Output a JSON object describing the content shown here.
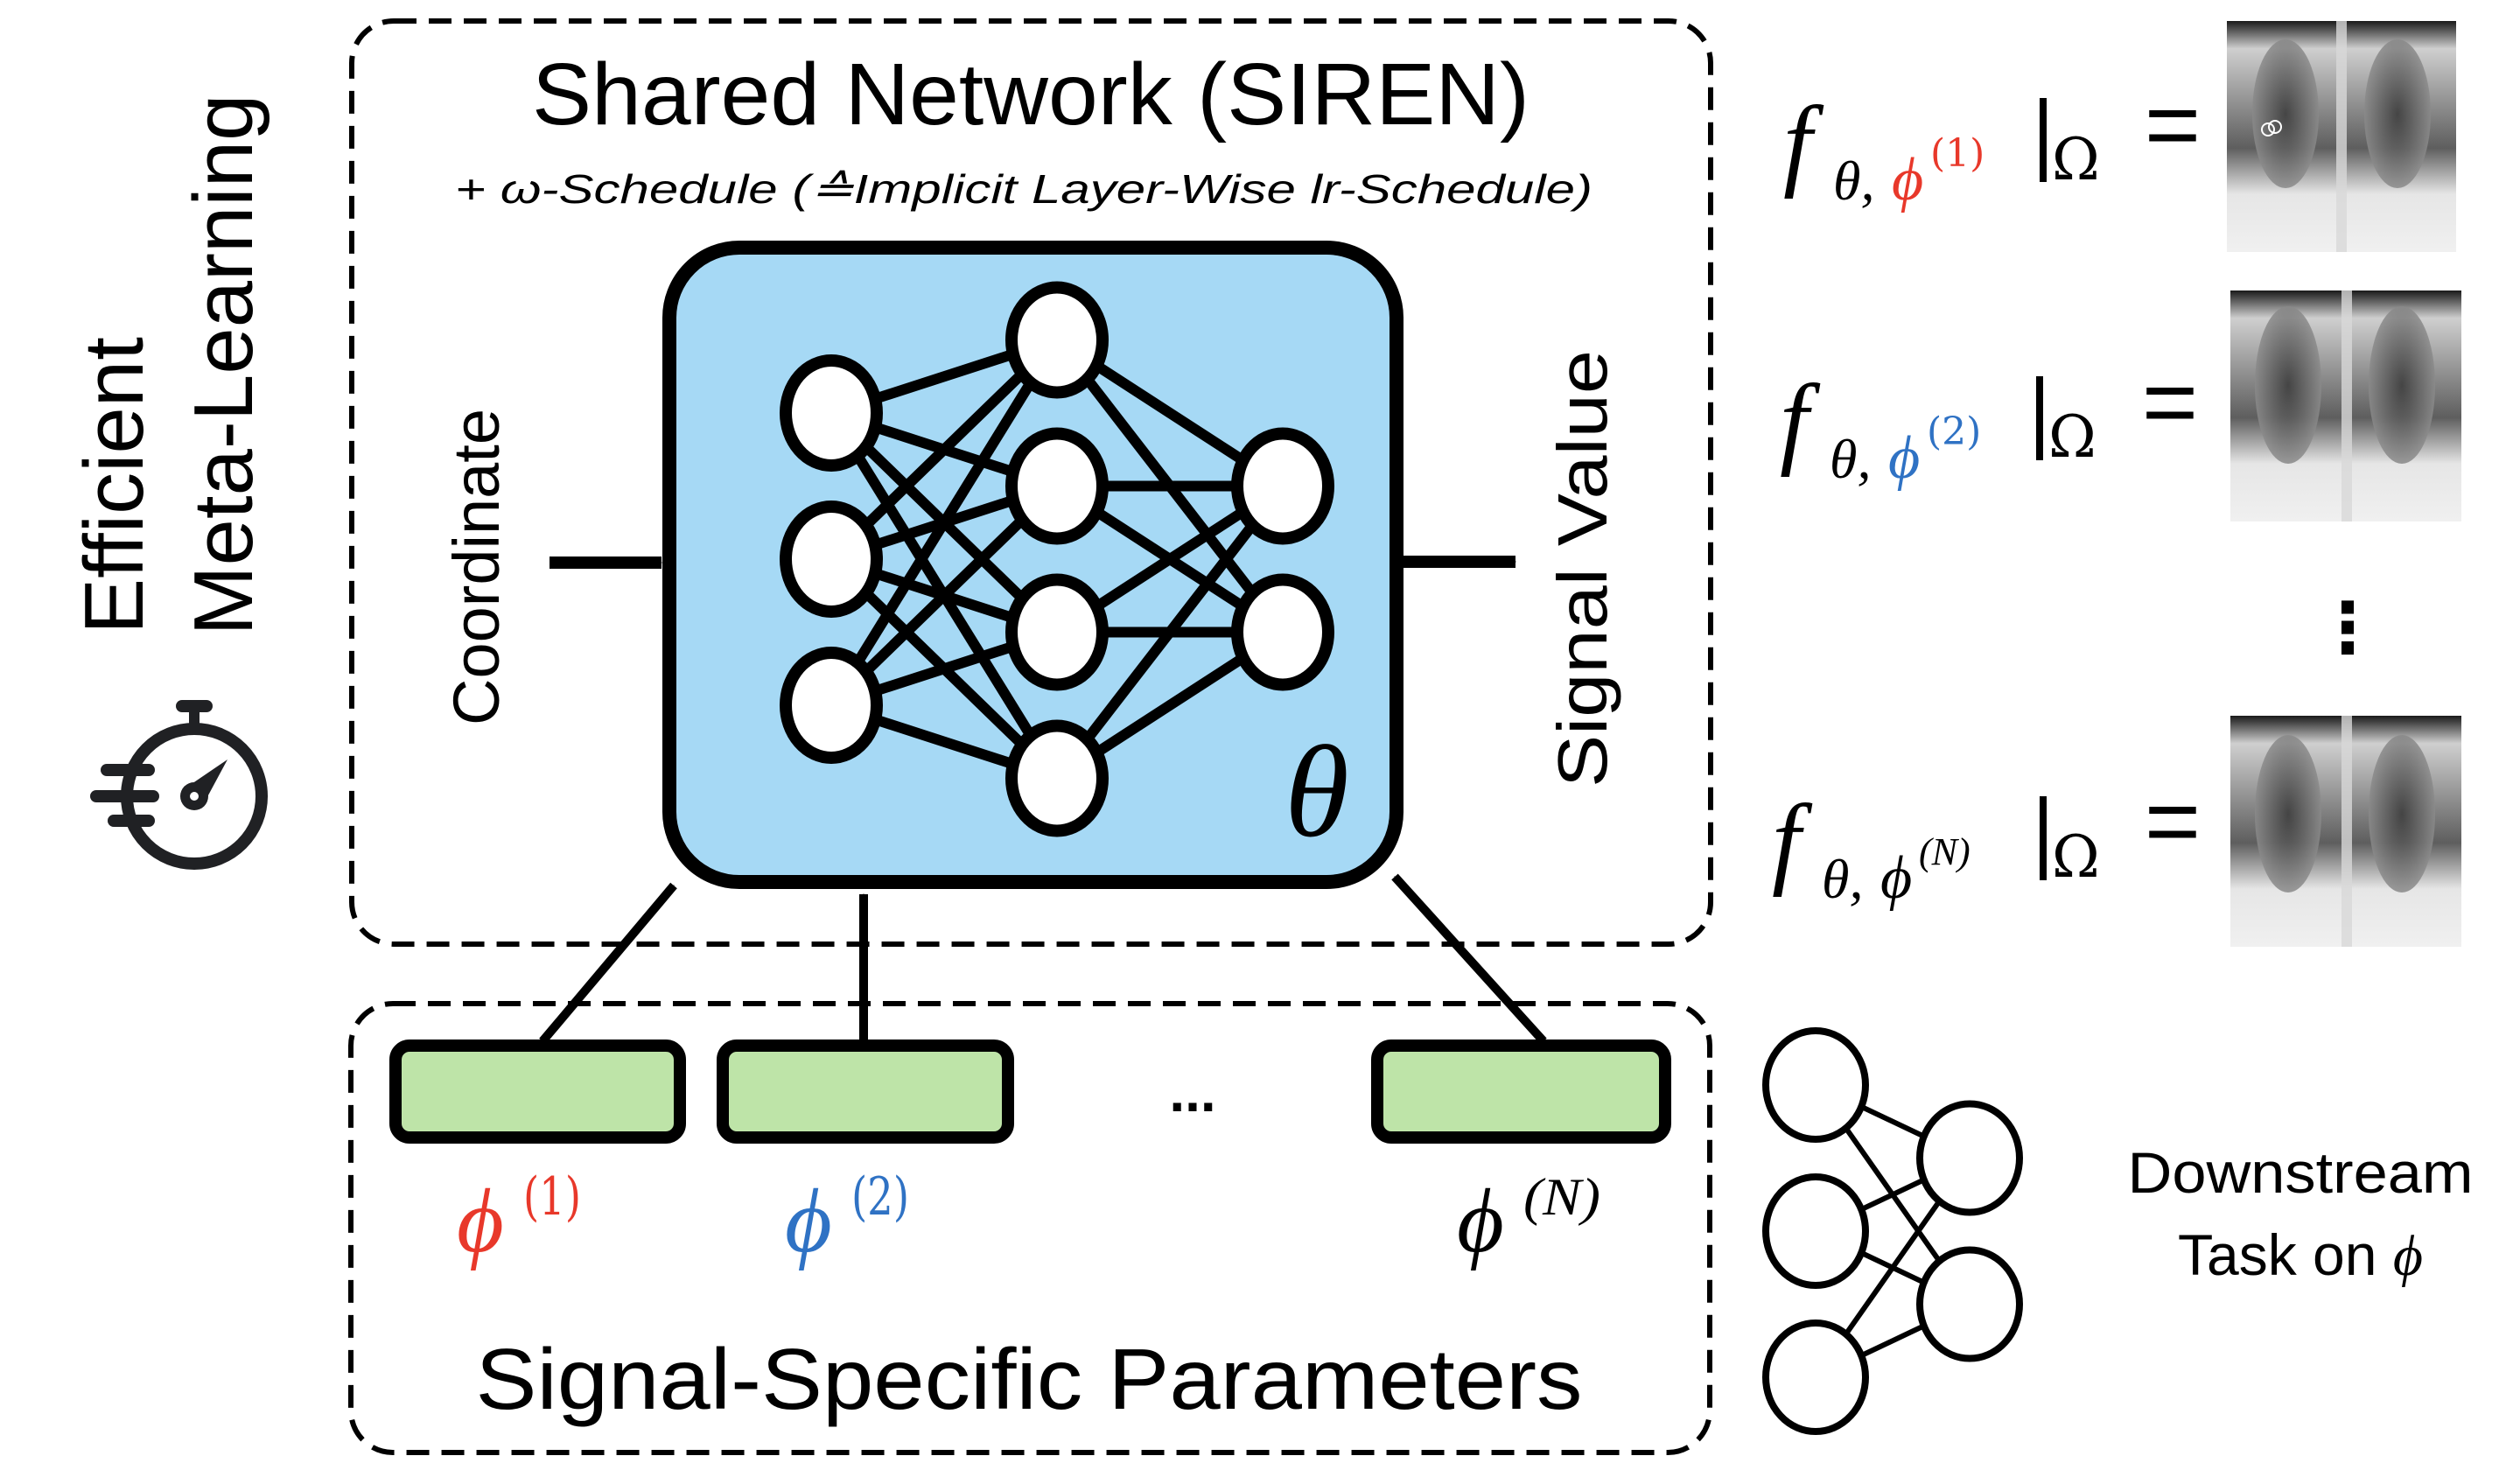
{
  "side_label": {
    "line1": "Efficient",
    "line2": "Meta-Learning",
    "icon": "fast-stopwatch-icon"
  },
  "shared_network": {
    "title": "Shared Network (SIREN)",
    "subtitle": "+ ω-Schedule (≙Implicit Layer-Wise lr-Schedule)",
    "input_label": "Coordinate",
    "output_label": "Signal Value",
    "param_symbol": "θ",
    "layers": [
      3,
      4,
      2
    ],
    "fill_color": "#A6D9F5"
  },
  "signal_params": {
    "title": "Signal-Specific Parameters",
    "ellipsis": "...",
    "fill_color": "#BEE4A8",
    "items": [
      {
        "symbol": "ϕ",
        "superscript": "(1)",
        "color": "#E8382A"
      },
      {
        "symbol": "ϕ",
        "superscript": "(2)",
        "color": "#2F72C4"
      },
      {
        "symbol": "ϕ",
        "superscript": "(N)",
        "color": "#000000"
      }
    ]
  },
  "reconstructions": {
    "items": [
      {
        "f": "f",
        "sub_theta": "θ,",
        "phi": "ϕ",
        "sup": "(1)",
        "restrict": "|",
        "omega": "Ω",
        "equals": "=",
        "color": "#E8382A",
        "image": "chest-xray-1"
      },
      {
        "f": "f",
        "sub_theta": "θ,",
        "phi": "ϕ",
        "sup": "(2)",
        "restrict": "|",
        "omega": "Ω",
        "equals": "=",
        "color": "#2F72C4",
        "image": "chest-xray-2"
      },
      {
        "f": "f",
        "sub_theta": "θ,",
        "phi": "ϕ",
        "sup": "(N)",
        "restrict": "|",
        "omega": "Ω",
        "equals": "=",
        "color": "#000000",
        "image": "chest-xray-N"
      }
    ],
    "vertical_ellipsis": "⋮"
  },
  "downstream": {
    "line1": "Downstream",
    "line2_text": "Task on ",
    "line2_symbol": "ϕ",
    "layers": [
      3,
      2
    ]
  }
}
